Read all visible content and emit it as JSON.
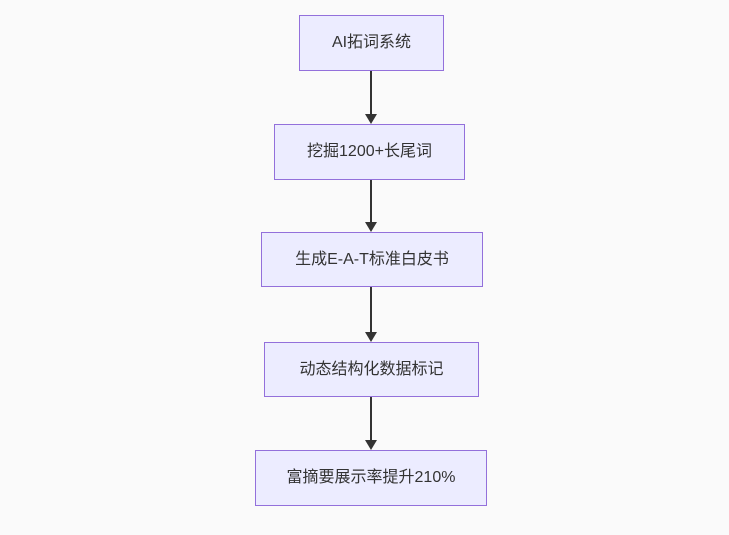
{
  "diagram": {
    "type": "flowchart",
    "direction": "top-down",
    "nodes": [
      {
        "label": "AI拓词系统"
      },
      {
        "label": "挖掘1200+长尾词"
      },
      {
        "label": "生成E-A-T标准白皮书"
      },
      {
        "label": "动态结构化数据标记"
      },
      {
        "label": "富摘要展示率提升210%"
      }
    ],
    "edges": [
      {
        "from": "AI拓词系统",
        "to": "挖掘1200+长尾词"
      },
      {
        "from": "挖掘1200+长尾词",
        "to": "生成E-A-T标准白皮书"
      },
      {
        "from": "生成E-A-T标准白皮书",
        "to": "动态结构化数据标记"
      },
      {
        "from": "动态结构化数据标记",
        "to": "富摘要展示率提升210%"
      }
    ],
    "colors": {
      "node_fill": "#ECECFF",
      "node_border": "#9370DB",
      "arrow": "#333333",
      "text": "#333333",
      "background": "#fafafa"
    }
  }
}
